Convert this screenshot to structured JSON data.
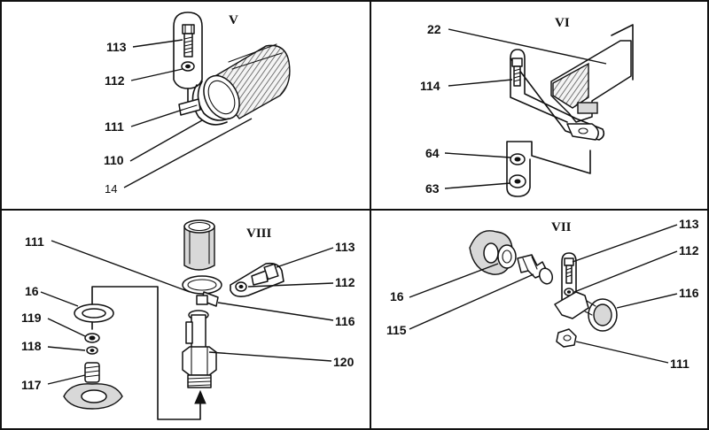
{
  "panels": {
    "top_left": {
      "title": "V",
      "labels": [
        "113",
        "112",
        "111",
        "110",
        "14"
      ]
    },
    "top_right": {
      "title": "VI",
      "labels": [
        "22",
        "114",
        "64",
        "63"
      ]
    },
    "bottom_left": {
      "title": "VIII",
      "labels": [
        "111",
        "113",
        "112",
        "16",
        "116",
        "119",
        "118",
        "120",
        "117"
      ]
    },
    "bottom_right": {
      "title": "VII",
      "labels": [
        "113",
        "112",
        "16",
        "116",
        "115",
        "111"
      ]
    }
  }
}
